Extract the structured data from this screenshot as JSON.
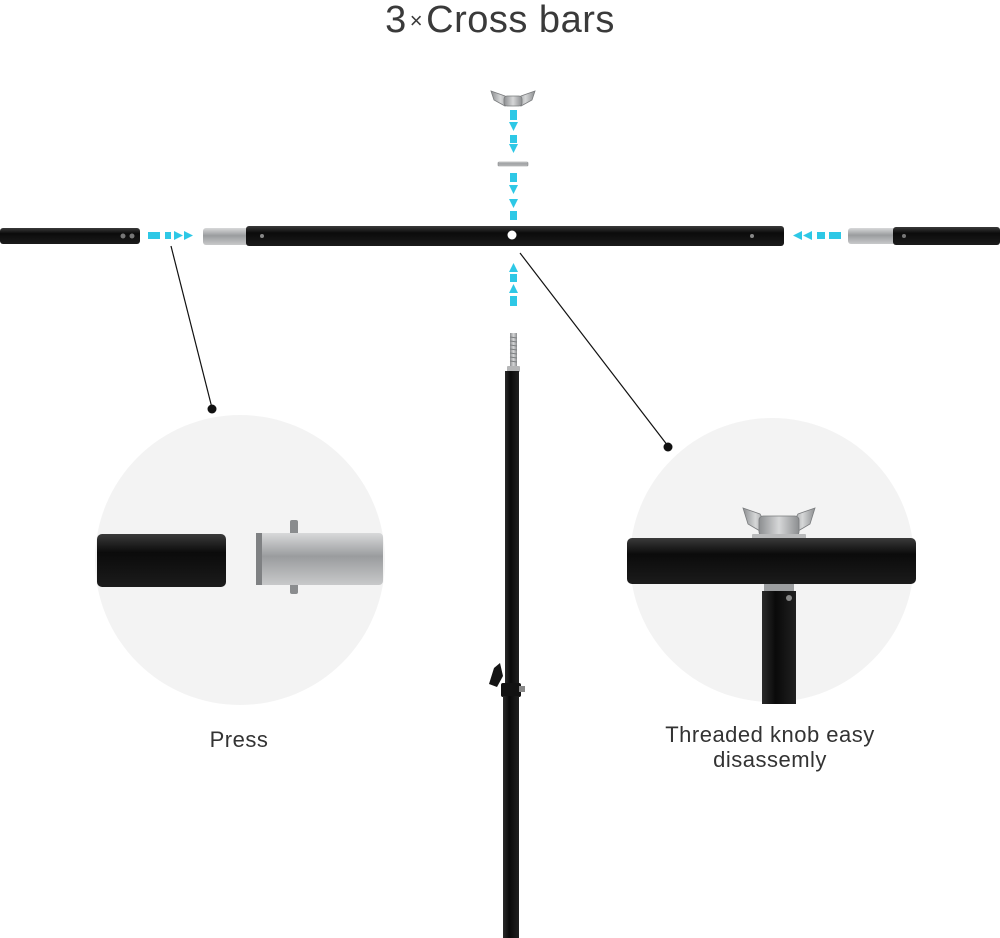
{
  "title": {
    "prefix": "3",
    "multiplier": "×",
    "text": "Cross bars"
  },
  "callouts": {
    "left": {
      "label": "Press"
    },
    "right": {
      "line1": "Threaded knob easy",
      "line2": "disassemly"
    }
  },
  "colors": {
    "tube": "#0c0c0c",
    "metal": "#a9abad",
    "arrow": "#2ec8e6",
    "circle_bg": "#f3f3f3",
    "text": "#333333"
  },
  "icons": [
    "wing-nut-icon",
    "washer-icon",
    "arrow-icon"
  ]
}
